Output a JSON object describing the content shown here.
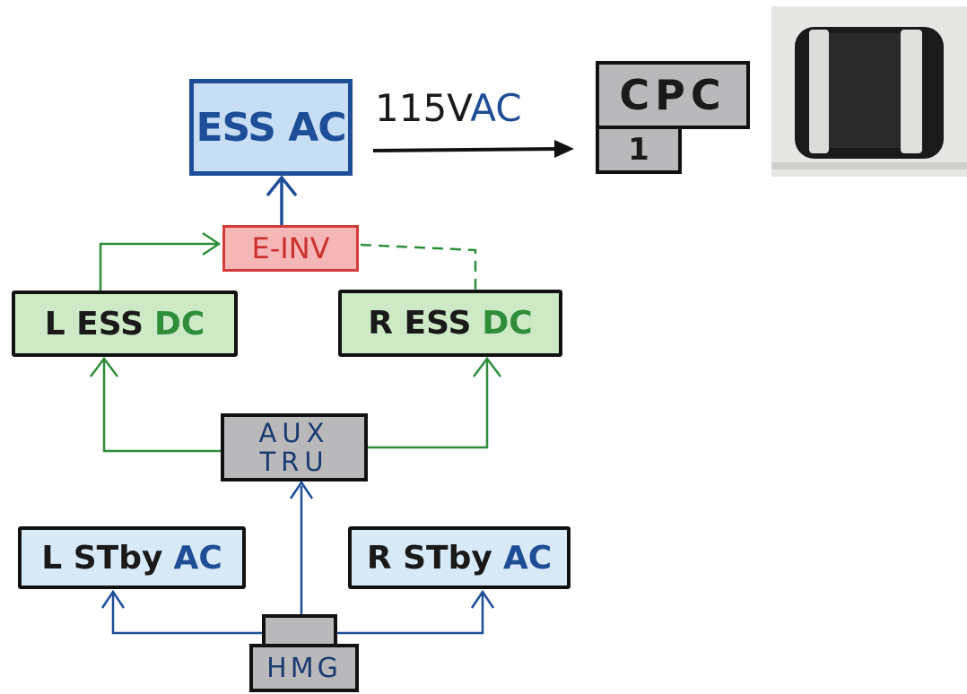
{
  "diagram": {
    "ess_ac": {
      "label": "ESS AC"
    },
    "bus_voltage": {
      "prefix": "115V",
      "accent": "AC"
    },
    "cpc": {
      "label": "CPC",
      "number": "1"
    },
    "e_inv": {
      "label": "E-INV"
    },
    "l_ess_dc": {
      "prefix": "L ESS",
      "accent": "DC"
    },
    "r_ess_dc": {
      "prefix": "R ESS",
      "accent": "DC"
    },
    "aux_tru": {
      "line1": "AUX",
      "line2": "TRU"
    },
    "l_stby_ac": {
      "prefix": "L STby",
      "accent": "AC"
    },
    "r_stby_ac": {
      "prefix": "R STby",
      "accent": "AC"
    },
    "hmg": {
      "label": "HMG"
    }
  },
  "colors": {
    "ac_blue": "#1d4e97",
    "ac_fill": "#d8eaf8",
    "dc_green": "#2f8d3a",
    "dc_fill": "#cde9c6",
    "inverter_red": "#d33a3a",
    "inverter_fill": "#f5b7b5",
    "grey_fill": "#b9b9bb"
  }
}
